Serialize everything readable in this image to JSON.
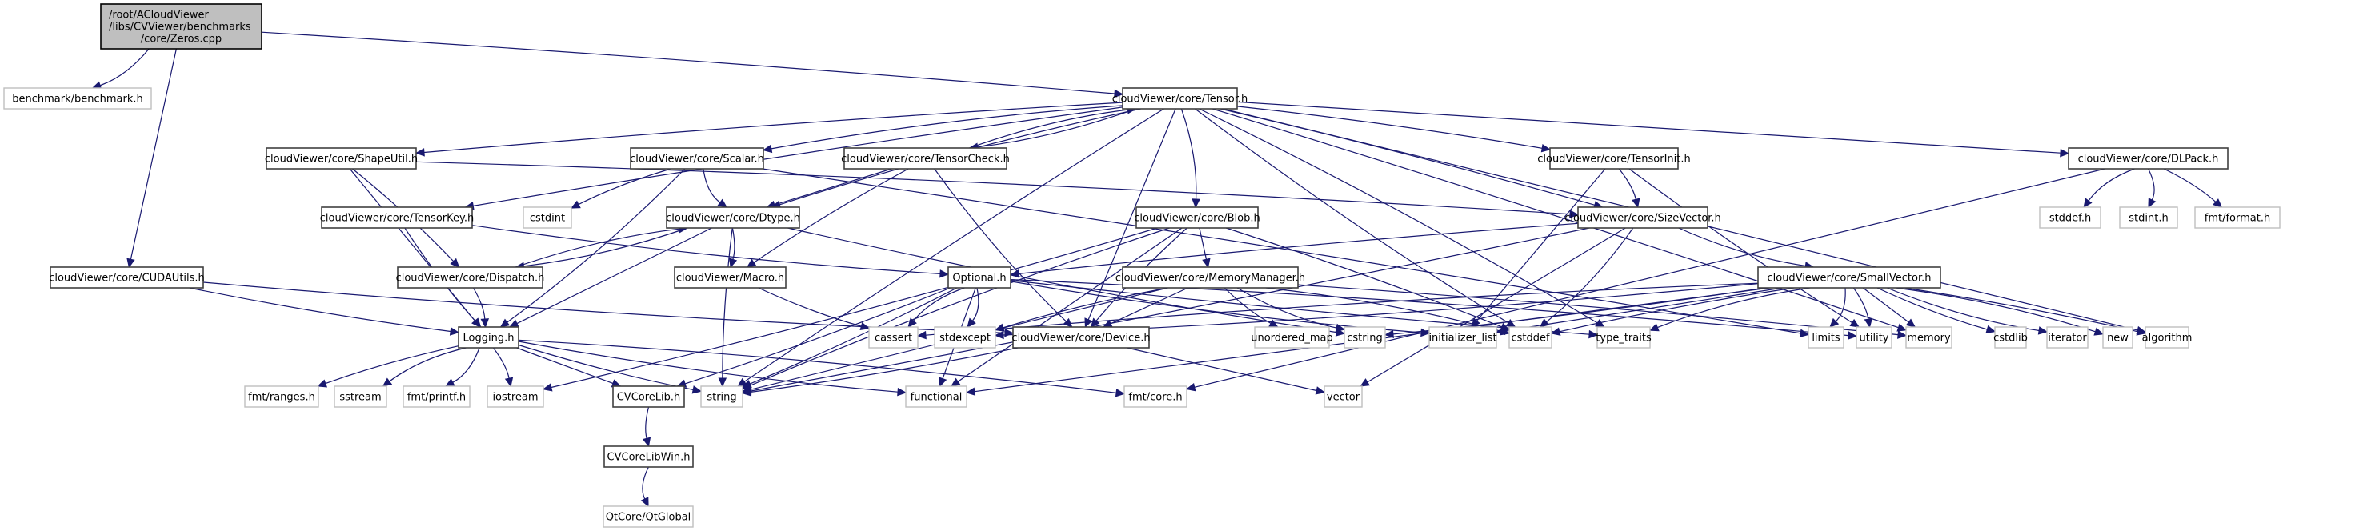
{
  "title": "Include dependency graph for Zeros.cpp",
  "colors": {
    "edge": "#191970",
    "root_fill": "#bfbfbf",
    "node_border": "#404040",
    "external_border": "#bfbfbf"
  },
  "nodes": [
    {
      "id": "zeros",
      "label": [
        "/root/ACloudViewer",
        "/libs/CVViewer/benchmarks",
        "/core/Zeros.cpp"
      ],
      "kind": "root"
    },
    {
      "id": "benchmark",
      "label": [
        "benchmark/benchmark.h"
      ],
      "kind": "ext"
    },
    {
      "id": "tensor",
      "label": [
        "cloudViewer/core/Tensor.h"
      ],
      "kind": "int"
    },
    {
      "id": "cudautils",
      "label": [
        "cloudViewer/core/CUDAUtils.h"
      ],
      "kind": "int"
    },
    {
      "id": "shapeutil",
      "label": [
        "cloudViewer/core/ShapeUtil.h"
      ],
      "kind": "int"
    },
    {
      "id": "scalar",
      "label": [
        "cloudViewer/core/Scalar.h"
      ],
      "kind": "int"
    },
    {
      "id": "tensorcheck",
      "label": [
        "cloudViewer/core/TensorCheck.h"
      ],
      "kind": "int"
    },
    {
      "id": "tensorinit",
      "label": [
        "cloudViewer/core/TensorInit.h"
      ],
      "kind": "int"
    },
    {
      "id": "dlpack",
      "label": [
        "cloudViewer/core/DLPack.h"
      ],
      "kind": "int"
    },
    {
      "id": "tensorkey",
      "label": [
        "cloudViewer/core/TensorKey.h"
      ],
      "kind": "int"
    },
    {
      "id": "cstdint",
      "label": [
        "cstdint"
      ],
      "kind": "ext"
    },
    {
      "id": "dtype",
      "label": [
        "cloudViewer/core/Dtype.h"
      ],
      "kind": "int"
    },
    {
      "id": "blob",
      "label": [
        "cloudViewer/core/Blob.h"
      ],
      "kind": "int"
    },
    {
      "id": "sizevector",
      "label": [
        "cloudViewer/core/SizeVector.h"
      ],
      "kind": "int"
    },
    {
      "id": "stddefh",
      "label": [
        "stddef.h"
      ],
      "kind": "ext"
    },
    {
      "id": "stdinth",
      "label": [
        "stdint.h"
      ],
      "kind": "ext"
    },
    {
      "id": "fmtformat",
      "label": [
        "fmt/format.h"
      ],
      "kind": "ext"
    },
    {
      "id": "dispatch",
      "label": [
        "cloudViewer/core/Dispatch.h"
      ],
      "kind": "int"
    },
    {
      "id": "macro",
      "label": [
        "cloudViewer/Macro.h"
      ],
      "kind": "int"
    },
    {
      "id": "optional",
      "label": [
        "Optional.h"
      ],
      "kind": "int"
    },
    {
      "id": "memorymanager",
      "label": [
        "cloudViewer/core/MemoryManager.h"
      ],
      "kind": "int"
    },
    {
      "id": "smallvector",
      "label": [
        "cloudViewer/core/SmallVector.h"
      ],
      "kind": "int"
    },
    {
      "id": "logging",
      "label": [
        "Logging.h"
      ],
      "kind": "int"
    },
    {
      "id": "cassert",
      "label": [
        "cassert"
      ],
      "kind": "ext"
    },
    {
      "id": "stdexcept",
      "label": [
        "stdexcept"
      ],
      "kind": "ext"
    },
    {
      "id": "device",
      "label": [
        "cloudViewer/core/Device.h"
      ],
      "kind": "int"
    },
    {
      "id": "unordered_map",
      "label": [
        "unordered_map"
      ],
      "kind": "ext"
    },
    {
      "id": "cstring",
      "label": [
        "cstring"
      ],
      "kind": "ext"
    },
    {
      "id": "initializer_list",
      "label": [
        "initializer_list"
      ],
      "kind": "ext"
    },
    {
      "id": "cstddef",
      "label": [
        "cstddef"
      ],
      "kind": "ext"
    },
    {
      "id": "type_traits",
      "label": [
        "type_traits"
      ],
      "kind": "ext"
    },
    {
      "id": "limits",
      "label": [
        "limits"
      ],
      "kind": "ext"
    },
    {
      "id": "utility",
      "label": [
        "utility"
      ],
      "kind": "ext"
    },
    {
      "id": "memory",
      "label": [
        "memory"
      ],
      "kind": "ext"
    },
    {
      "id": "cstdlib",
      "label": [
        "cstdlib"
      ],
      "kind": "ext"
    },
    {
      "id": "iterator",
      "label": [
        "iterator"
      ],
      "kind": "ext"
    },
    {
      "id": "new",
      "label": [
        "new"
      ],
      "kind": "ext"
    },
    {
      "id": "algorithm",
      "label": [
        "algorithm"
      ],
      "kind": "ext"
    },
    {
      "id": "fmtranges",
      "label": [
        "fmt/ranges.h"
      ],
      "kind": "ext"
    },
    {
      "id": "sstream",
      "label": [
        "sstream"
      ],
      "kind": "ext"
    },
    {
      "id": "fmtprintf",
      "label": [
        "fmt/printf.h"
      ],
      "kind": "ext"
    },
    {
      "id": "iostream",
      "label": [
        "iostream"
      ],
      "kind": "ext"
    },
    {
      "id": "cvcorelib",
      "label": [
        "CVCoreLib.h"
      ],
      "kind": "int"
    },
    {
      "id": "string",
      "label": [
        "string"
      ],
      "kind": "ext"
    },
    {
      "id": "functional",
      "label": [
        "functional"
      ],
      "kind": "ext"
    },
    {
      "id": "fmtcore",
      "label": [
        "fmt/core.h"
      ],
      "kind": "ext"
    },
    {
      "id": "vector",
      "label": [
        "vector"
      ],
      "kind": "ext"
    },
    {
      "id": "cvcorelibwin",
      "label": [
        "CVCoreLibWin.h"
      ],
      "kind": "int"
    },
    {
      "id": "qtglobal",
      "label": [
        "QtCore/QtGlobal"
      ],
      "kind": "ext"
    }
  ],
  "edges": [
    [
      "zeros",
      "benchmark"
    ],
    [
      "zeros",
      "tensor"
    ],
    [
      "zeros",
      "cudautils"
    ],
    [
      "tensor",
      "shapeutil"
    ],
    [
      "tensor",
      "scalar"
    ],
    [
      "tensor",
      "tensorcheck"
    ],
    [
      "tensor",
      "tensorinit"
    ],
    [
      "tensor",
      "dlpack"
    ],
    [
      "tensor",
      "tensorkey"
    ],
    [
      "tensor",
      "dtype"
    ],
    [
      "tensor",
      "blob"
    ],
    [
      "tensor",
      "sizevector"
    ],
    [
      "tensor",
      "device"
    ],
    [
      "tensor",
      "string"
    ],
    [
      "tensor",
      "cstddef"
    ],
    [
      "tensor",
      "type_traits"
    ],
    [
      "tensor",
      "memory"
    ],
    [
      "tensor",
      "algorithm"
    ],
    [
      "cudautils",
      "logging"
    ],
    [
      "cudautils",
      "device"
    ],
    [
      "shapeutil",
      "sizevector"
    ],
    [
      "shapeutil",
      "dispatch"
    ],
    [
      "shapeutil",
      "logging"
    ],
    [
      "scalar",
      "cstdint"
    ],
    [
      "scalar",
      "dtype"
    ],
    [
      "scalar",
      "logging"
    ],
    [
      "scalar",
      "limits"
    ],
    [
      "tensorcheck",
      "dtype"
    ],
    [
      "tensorcheck",
      "macro"
    ],
    [
      "tensorcheck",
      "device"
    ],
    [
      "tensorcheck",
      "tensor"
    ],
    [
      "tensorinit",
      "sizevector"
    ],
    [
      "tensorinit",
      "initializer_list"
    ],
    [
      "tensorinit",
      "utility"
    ],
    [
      "dlpack",
      "stddefh"
    ],
    [
      "dlpack",
      "stdinth"
    ],
    [
      "dlpack",
      "fmtformat"
    ],
    [
      "dlpack",
      "fmtcore"
    ],
    [
      "tensorkey",
      "logging"
    ],
    [
      "tensorkey",
      "optional"
    ],
    [
      "dtype",
      "dispatch"
    ],
    [
      "dtype",
      "macro"
    ],
    [
      "dtype",
      "logging"
    ],
    [
      "dtype",
      "string"
    ],
    [
      "dtype",
      "cstring"
    ],
    [
      "dispatch",
      "dtype"
    ],
    [
      "dispatch",
      "logging"
    ],
    [
      "blob",
      "memorymanager"
    ],
    [
      "blob",
      "device"
    ],
    [
      "blob",
      "string"
    ],
    [
      "blob",
      "iostream"
    ],
    [
      "blob",
      "cstddef"
    ],
    [
      "blob",
      "functional"
    ],
    [
      "sizevector",
      "optional"
    ],
    [
      "sizevector",
      "smallvector"
    ],
    [
      "sizevector",
      "cstddef"
    ],
    [
      "sizevector",
      "string"
    ],
    [
      "sizevector",
      "vector"
    ],
    [
      "macro",
      "cassert"
    ],
    [
      "optional",
      "cassert"
    ],
    [
      "optional",
      "stdexcept"
    ],
    [
      "optional",
      "string"
    ],
    [
      "optional",
      "functional"
    ],
    [
      "optional",
      "type_traits"
    ],
    [
      "optional",
      "initializer_list"
    ],
    [
      "optional",
      "utility"
    ],
    [
      "optional",
      "cvcorelib"
    ],
    [
      "memorymanager",
      "device"
    ],
    [
      "memorymanager",
      "unordered_map"
    ],
    [
      "memorymanager",
      "cstring"
    ],
    [
      "memorymanager",
      "cstddef"
    ],
    [
      "memorymanager",
      "memory"
    ],
    [
      "memorymanager",
      "string"
    ],
    [
      "memorymanager",
      "stdexcept"
    ],
    [
      "smallvector",
      "cassert"
    ],
    [
      "smallvector",
      "stdexcept"
    ],
    [
      "smallvector",
      "cstring"
    ],
    [
      "smallvector",
      "initializer_list"
    ],
    [
      "smallvector",
      "cstddef"
    ],
    [
      "smallvector",
      "type_traits"
    ],
    [
      "smallvector",
      "limits"
    ],
    [
      "smallvector",
      "utility"
    ],
    [
      "smallvector",
      "memory"
    ],
    [
      "smallvector",
      "cstdlib"
    ],
    [
      "smallvector",
      "iterator"
    ],
    [
      "smallvector",
      "new"
    ],
    [
      "smallvector",
      "algorithm"
    ],
    [
      "smallvector",
      "functional"
    ],
    [
      "logging",
      "fmtranges"
    ],
    [
      "logging",
      "sstream"
    ],
    [
      "logging",
      "fmtprintf"
    ],
    [
      "logging",
      "iostream"
    ],
    [
      "logging",
      "cvcorelib"
    ],
    [
      "logging",
      "string"
    ],
    [
      "logging",
      "functional"
    ],
    [
      "logging",
      "fmtcore"
    ],
    [
      "device",
      "string"
    ],
    [
      "device",
      "vector"
    ],
    [
      "cvcorelib",
      "cvcorelibwin"
    ],
    [
      "cvcorelibwin",
      "qtglobal"
    ]
  ]
}
